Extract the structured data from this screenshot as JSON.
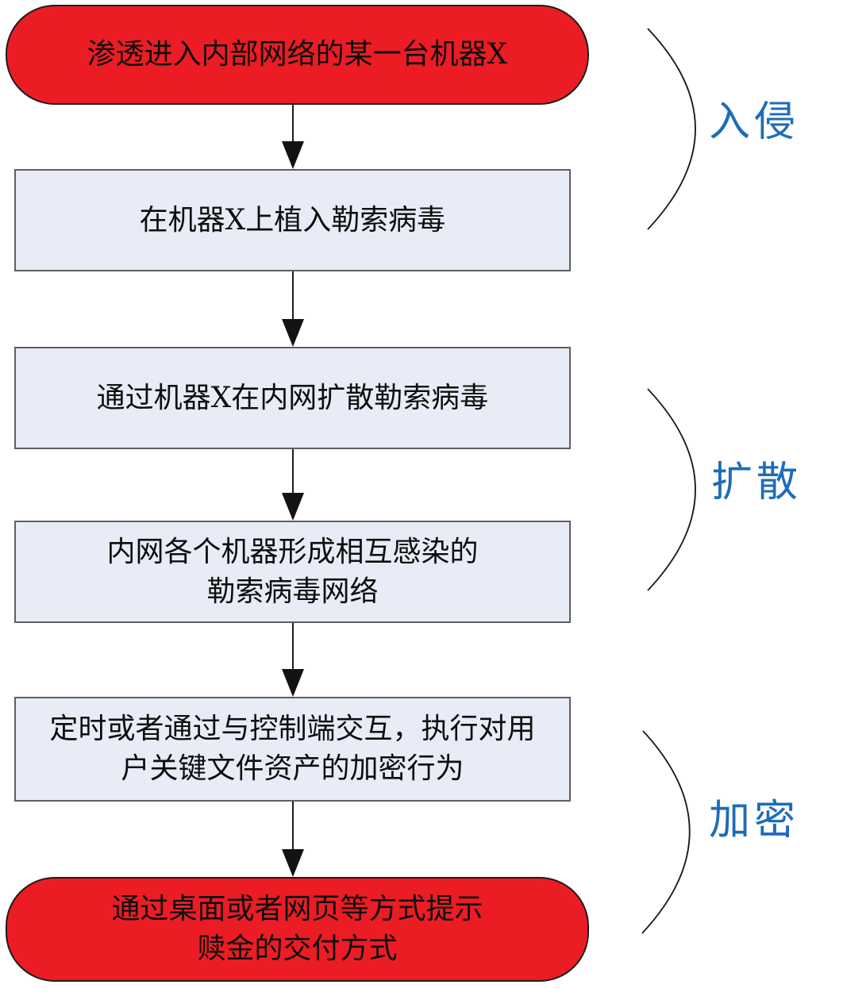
{
  "diagram": {
    "description": "Ransomware attack flow diagram",
    "nodes": [
      {
        "id": "penetrate",
        "shape": "terminator",
        "text": "渗透进入内部网络的某一台机器X"
      },
      {
        "id": "implant",
        "shape": "process",
        "text": "在机器X上植入勒索病毒"
      },
      {
        "id": "spread",
        "shape": "process",
        "text": "通过机器X在内网扩散勒索病毒"
      },
      {
        "id": "network",
        "shape": "process",
        "text": "内网各个机器形成相互感染的\n勒索病毒网络"
      },
      {
        "id": "encrypt",
        "shape": "process",
        "text": "定时或者通过与控制端交互，执行对用\n户关键文件资产的加密行为"
      },
      {
        "id": "ransom",
        "shape": "terminator",
        "text": "通过桌面或者网页等方式提示\n赎金的交付方式"
      }
    ],
    "connectors": [
      {
        "from": "penetrate",
        "to": "implant",
        "type": "arrow-down"
      },
      {
        "from": "implant",
        "to": "spread",
        "type": "arrow-down"
      },
      {
        "from": "spread",
        "to": "network",
        "type": "arrow-down"
      },
      {
        "from": "network",
        "to": "encrypt",
        "type": "arrow-down"
      },
      {
        "from": "encrypt",
        "to": "ransom",
        "type": "arrow-down"
      }
    ],
    "stages": [
      {
        "label": "入侵"
      },
      {
        "label": "扩散"
      },
      {
        "label": "加密"
      }
    ],
    "colors": {
      "terminator_fill": "#ec1c24",
      "terminator_border": "#1c1c1c",
      "process_fill": "#e8ecf6",
      "process_border": "#5f5f5f",
      "stage_label_text": "#1e6cb8",
      "arrow": "#121212",
      "node_text": "#0e0e0e",
      "background": "#ffffff"
    }
  }
}
